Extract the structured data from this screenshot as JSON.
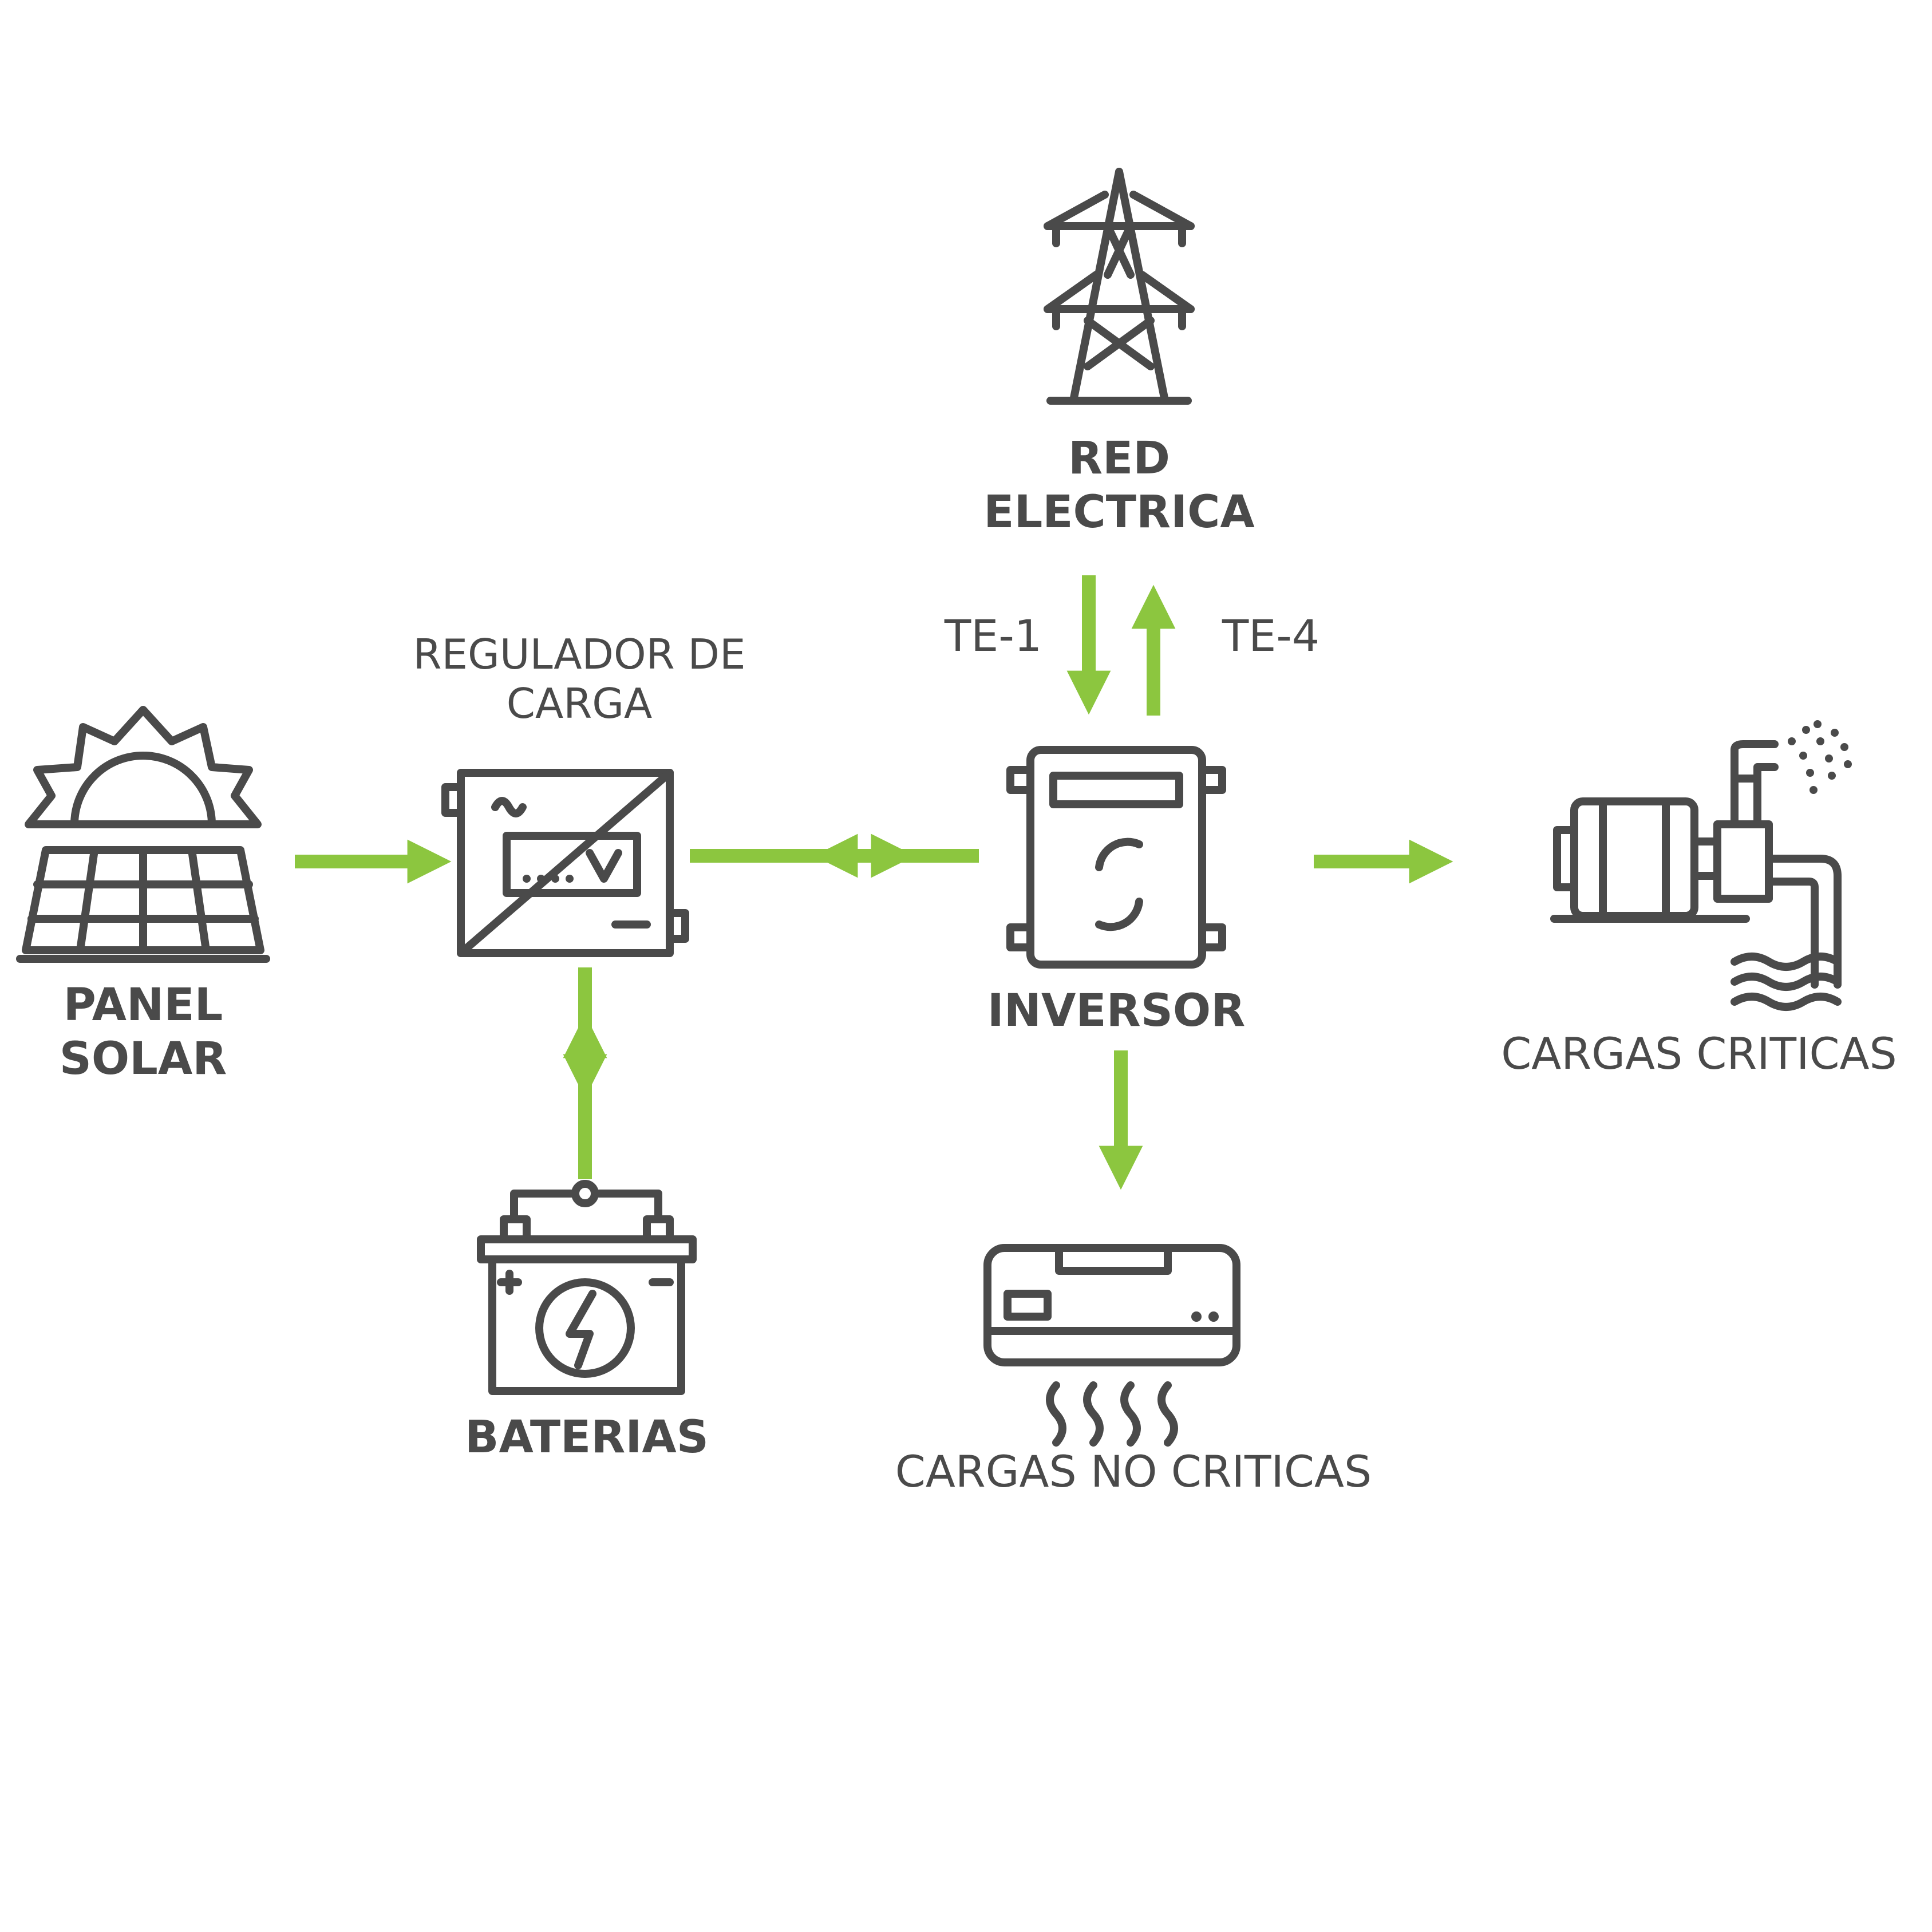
{
  "colors": {
    "icon": "#4a4a4a",
    "arrow": "#8cc63f",
    "background": "#ffffff"
  },
  "nodes": {
    "panel_solar": {
      "label": "PANEL\nSOLAR",
      "icon": "solar-panel-icon"
    },
    "regulador": {
      "label": "REGULADOR DE\nCARGA",
      "icon": "charge-controller-icon"
    },
    "red_electrica": {
      "label": "RED\nELECTRICA",
      "icon": "power-tower-icon"
    },
    "inversor": {
      "label": "INVERSOR",
      "icon": "inverter-icon"
    },
    "baterias": {
      "label": "BATERIAS",
      "icon": "battery-icon"
    },
    "cargas_no_criticas": {
      "label": "CARGAS NO CRITICAS",
      "icon": "air-conditioner-icon"
    },
    "cargas_criticas": {
      "label": "CARGAS CRITICAS",
      "icon": "water-pump-icon"
    }
  },
  "edges": [
    {
      "from": "panel_solar",
      "to": "regulador",
      "direction": "forward"
    },
    {
      "from": "regulador",
      "to": "inversor",
      "direction": "both"
    },
    {
      "from": "regulador",
      "to": "baterias",
      "direction": "both"
    },
    {
      "from": "red_electrica",
      "to": "inversor",
      "direction": "forward",
      "label": "TE-1"
    },
    {
      "from": "inversor",
      "to": "red_electrica",
      "direction": "forward",
      "label": "TE-4"
    },
    {
      "from": "inversor",
      "to": "cargas_criticas",
      "direction": "forward"
    },
    {
      "from": "inversor",
      "to": "cargas_no_criticas",
      "direction": "forward"
    }
  ]
}
